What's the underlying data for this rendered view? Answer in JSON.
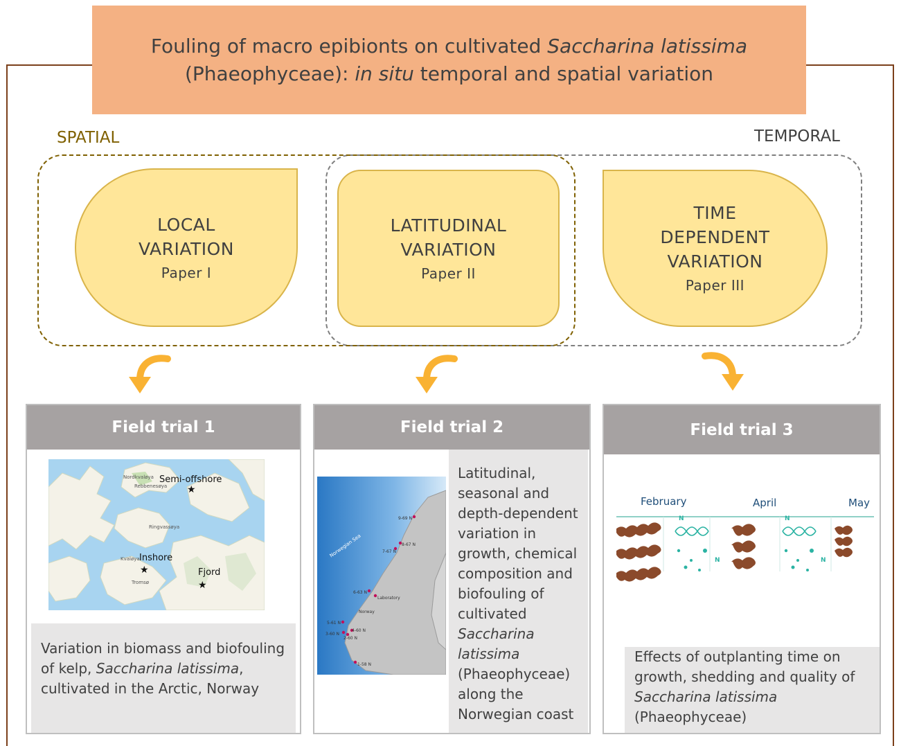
{
  "title": {
    "line1_plain": "Fouling of macro epibionts on cultivated ",
    "line1_italic": "Saccharina latissima",
    "line2_plain_a": "(Phaeophyceae): ",
    "line2_italic": "in situ",
    "line2_plain_b": " temporal and spatial variation"
  },
  "groups": {
    "spatial": "SPATIAL",
    "temporal": "TEMPORAL"
  },
  "petals": [
    {
      "lines": [
        "LOCAL",
        "VARIATION"
      ],
      "paper": "Paper I"
    },
    {
      "lines": [
        "LATITUDINAL",
        "VARIATION"
      ],
      "paper": "Paper II"
    },
    {
      "lines": [
        "TIME",
        "DEPENDENT",
        "VARIATION"
      ],
      "paper": "Paper III"
    }
  ],
  "trials": [
    {
      "header": "Field trial 1",
      "text_a": "Variation in biomass and biofouling of kelp, ",
      "text_italic": "Saccharina latissima",
      "text_b": ", cultivated in the Arctic, Norway",
      "map_labels": {
        "semi_offshore": "Semi-offshore",
        "inshore": "Inshore",
        "fjord": "Fjord",
        "nordkvaloya": "Nordkvaløya",
        "rebbenesoya": "Rebbenesøya",
        "ringvassoya": "Ringvassøya",
        "kvaloya": "Kvaløya",
        "tromso": "Tromsø"
      }
    },
    {
      "header": "Field trial 2",
      "text_a": "Latitudinal, seasonal and depth-dependent variation in growth, chemical composition and biofouling of cultivated ",
      "text_italic": "Saccharina latissima",
      "text_b": " (Phaeophyceae) along the Norwegian coast",
      "map_labels": {
        "sea": "Norwegian Sea",
        "norway": "Norway",
        "laboratory": "Laboratory",
        "s9": "9-69 N",
        "s8": "8-67 N",
        "s7": "7-67 N",
        "s6": "6-63 N",
        "s5": "5-61 N",
        "s4": "4-60 N",
        "s3": "3-60 N",
        "s2": "2-60 N",
        "s1": "1-58 N"
      }
    },
    {
      "header": "Field trial 3",
      "text_a": "Effects of outplanting time on growth, shedding and quality of ",
      "text_italic": "Saccharina latissima",
      "text_b": " (Phaeophyceae)",
      "months": [
        "February",
        "April",
        "May"
      ],
      "nutrient": "N"
    }
  ]
}
